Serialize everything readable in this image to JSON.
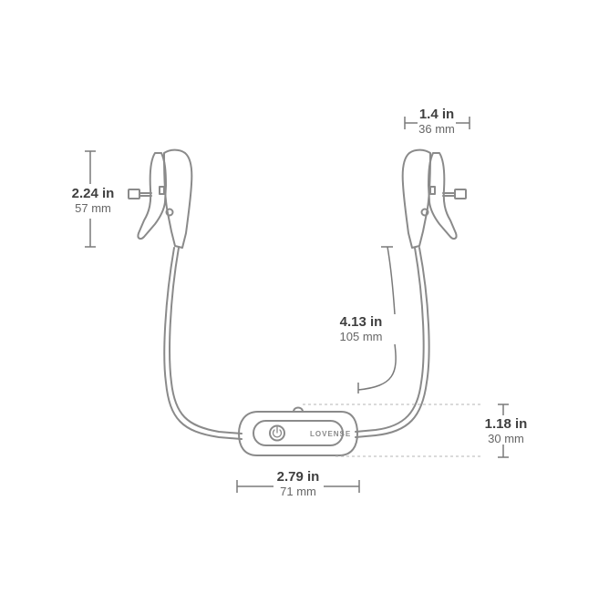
{
  "dimensions": {
    "clamp_width": {
      "imperial": "1.4 in",
      "metric": "36 mm"
    },
    "clamp_height": {
      "imperial": "2.24 in",
      "metric": "57 mm"
    },
    "cable_length": {
      "imperial": "4.13 in",
      "metric": "105 mm"
    },
    "controller_height": {
      "imperial": "1.18 in",
      "metric": "30 mm"
    },
    "controller_width": {
      "imperial": "2.79 in",
      "metric": "71 mm"
    }
  },
  "controller": {
    "brand": "LOVENSE",
    "power_icon": "power-icon"
  },
  "colors": {
    "line": "#8a8a8a",
    "dashed": "#b5b5b5",
    "text_dark": "#3f3f3f",
    "text_light": "#666666"
  }
}
